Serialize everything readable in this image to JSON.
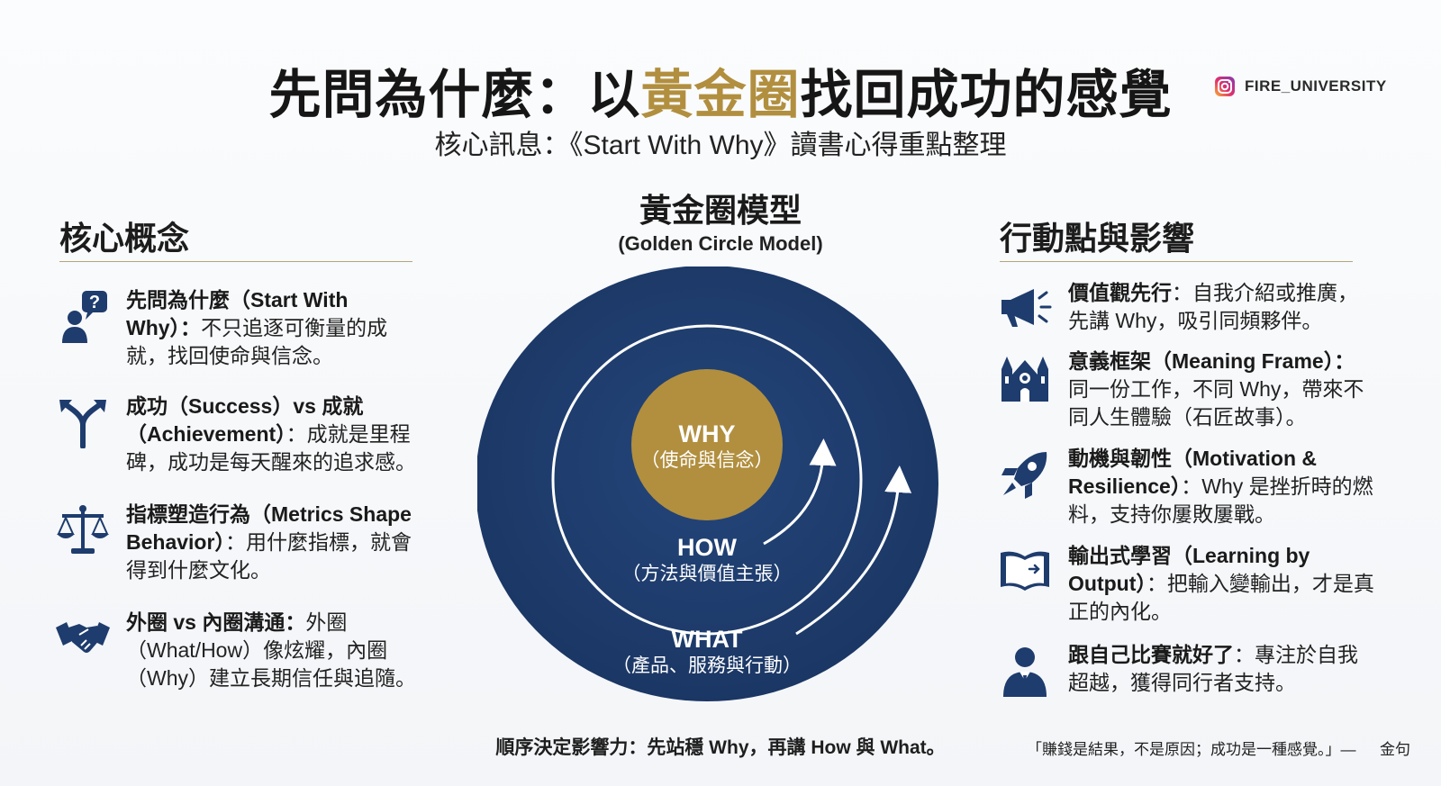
{
  "title": {
    "part1": "先問為什麼：以",
    "highlight": "黃金圈",
    "part2": "找回成功的感覺"
  },
  "subtitle": "核心訊息：《Start With Why》讀書心得重點整理",
  "brand": {
    "handle": "FIRE_UNIVERSITY",
    "icon": "instagram-icon"
  },
  "colors": {
    "navy": "#1e3c6d",
    "gold": "#b18f3f",
    "rule": "#b7a57a"
  },
  "left": {
    "heading": "核心概念",
    "items": [
      {
        "icon": "person-question-icon",
        "bold": "先問為什麼（Start With Why）：",
        "text": "不只追逐可衡量的成就，找回使命與信念。"
      },
      {
        "icon": "fork-arrows-icon",
        "bold": "成功（Success）vs 成就（Achievement）",
        "text": "：成就是里程碑，成功是每天醒來的追求感。"
      },
      {
        "icon": "balance-scale-icon",
        "bold": "指標塑造行為（Metrics Shape Behavior）",
        "text": "：用什麼指標，就會得到什麼文化。"
      },
      {
        "icon": "handshake-icon",
        "bold": "外圈 vs 內圈溝通：",
        "text": "外圈（What/How）像炫耀，內圈（Why）建立長期信任與追隨。"
      }
    ]
  },
  "center": {
    "heading": "黃金圈模型",
    "subheading": "(Golden Circle Model)",
    "why": {
      "label": "WHY",
      "sub": "（使命與信念）"
    },
    "how": {
      "label": "HOW",
      "sub": "（方法與價值主張）"
    },
    "what": {
      "label": "WHAT",
      "sub": "（產品、服務與行動）"
    },
    "caption": "順序決定影響力：先站穩 Why，再講 How 與 What。"
  },
  "right": {
    "heading": "行動點與影響",
    "items": [
      {
        "icon": "megaphone-icon",
        "bold": "價值觀先行",
        "text": "：自我介紹或推廣，先講 Why，吸引同頻夥伴。"
      },
      {
        "icon": "cathedral-icon",
        "bold": "意義框架（Meaning Frame）：",
        "text": "同一份工作，不同 Why，帶來不同人生體驗（石匠故事）。"
      },
      {
        "icon": "rocket-icon",
        "bold": "動機與韌性（Motivation & Resilience）",
        "text": "：Why 是挫折時的燃料，支持你屢敗屢戰。"
      },
      {
        "icon": "open-book-icon",
        "bold": "輸出式學習（Learning by Output）",
        "text": "：把輸入變輸出，才是真正的內化。"
      },
      {
        "icon": "businessman-icon",
        "bold": "跟自己比賽就好了",
        "text": "：專注於自我超越，獲得同行者支持。"
      }
    ]
  },
  "quote": {
    "text": "「賺錢是結果，不是原因；成功是一種感覺。」—",
    "author": "金句"
  }
}
